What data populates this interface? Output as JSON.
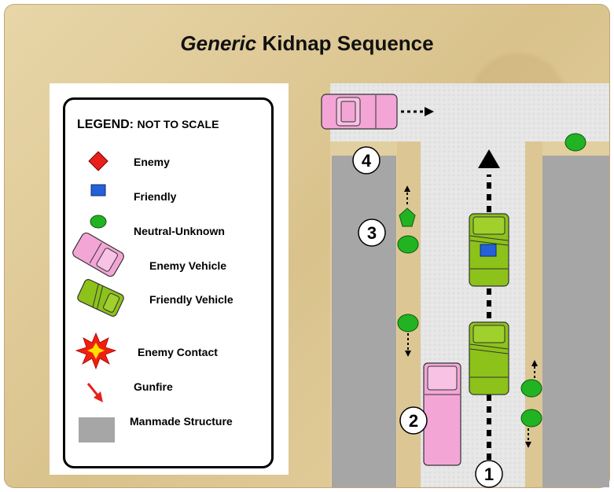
{
  "title": {
    "prefix": "Generic",
    "rest": " Kidnap Sequence"
  },
  "legend": {
    "heading": "LEGEND:",
    "note": "NOT TO SCALE",
    "items": [
      {
        "label": "Enemy"
      },
      {
        "label": "Friendly"
      },
      {
        "label": "Neutral-Unknown"
      },
      {
        "label": "Enemy Vehicle"
      },
      {
        "label": "Friendly Vehicle"
      },
      {
        "label": "Enemy Contact"
      },
      {
        "label": "Gunfire"
      },
      {
        "label": "Manmade Structure"
      }
    ]
  },
  "steps": [
    "1",
    "2",
    "3",
    "4"
  ],
  "colors": {
    "enemy": "#e8201c",
    "friendly": "#2461d8",
    "neutral": "#22b322",
    "enemy_vehicle": "#f3a6d6",
    "friendly_vehicle": "#8cc21a",
    "structure": "#a6a6a6",
    "road": "#e4e4e4"
  }
}
